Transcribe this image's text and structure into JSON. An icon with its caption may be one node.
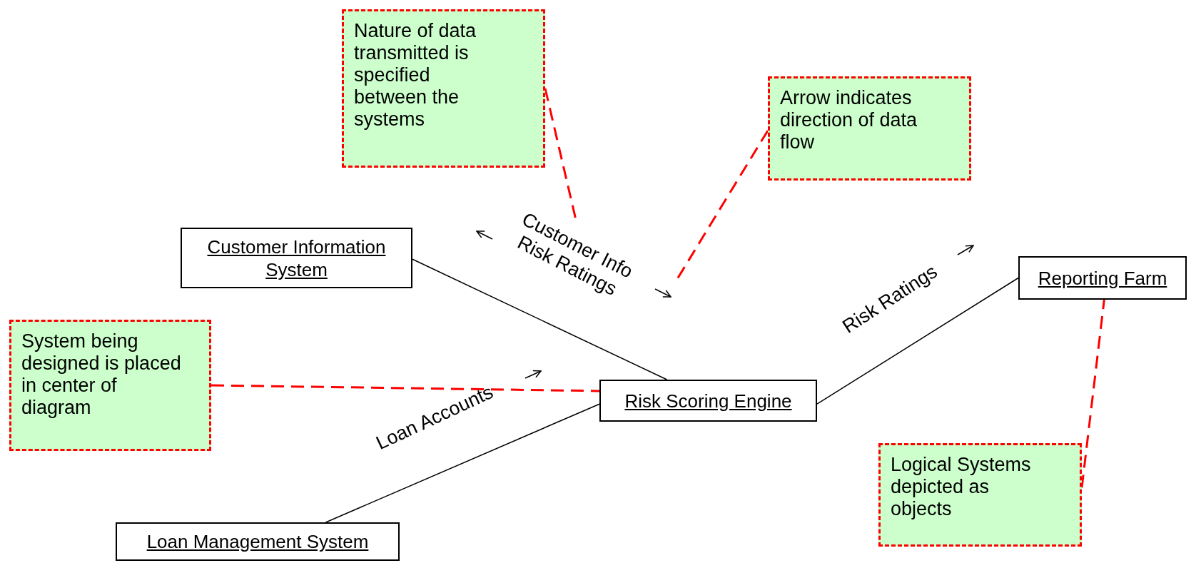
{
  "diagram": {
    "nodes": [
      {
        "text": [
          "Nature of data transmitted is specified between the systems"
        ]
      },
      {
        "text": [
          "Arrow indicates direction of data flow"
        ]
      },
      {
        "text": [
          "Customer Information System"
        ]
      },
      {
        "text": [
          "Reporting Farm"
        ]
      },
      {
        "text": [
          "System being designed is placed in center of diagram"
        ]
      },
      {
        "text": [
          "Risk Scoring Engine"
        ]
      },
      {
        "text": [
          "Logical Systems depicted as objects"
        ]
      },
      {
        "text": [
          "Loan Management System"
        ]
      }
    ],
    "edges": [
      {
        "from": 2,
        "to": 5,
        "arrow": "none",
        "label": "Customer Info Risk Ratings",
        "color": "#000000"
      },
      {
        "from": 7,
        "to": 5,
        "arrow": "none",
        "label": "Loan Accounts",
        "color": "#000000"
      },
      {
        "from": 5,
        "to": 3,
        "arrow": "none",
        "label": "Risk Ratings",
        "color": "#000000"
      },
      {
        "from": 0,
        "to": null,
        "arrow": "none",
        "style": "dashed",
        "color": "#ff0000"
      },
      {
        "from": 1,
        "to": null,
        "arrow": "none",
        "style": "dashed",
        "color": "#ff0000"
      },
      {
        "from": 4,
        "to": 5,
        "arrow": "none",
        "style": "dashed",
        "color": "#ff0000"
      },
      {
        "from": 6,
        "to": 3,
        "arrow": "none",
        "style": "dashed",
        "color": "#ff0000"
      }
    ]
  }
}
